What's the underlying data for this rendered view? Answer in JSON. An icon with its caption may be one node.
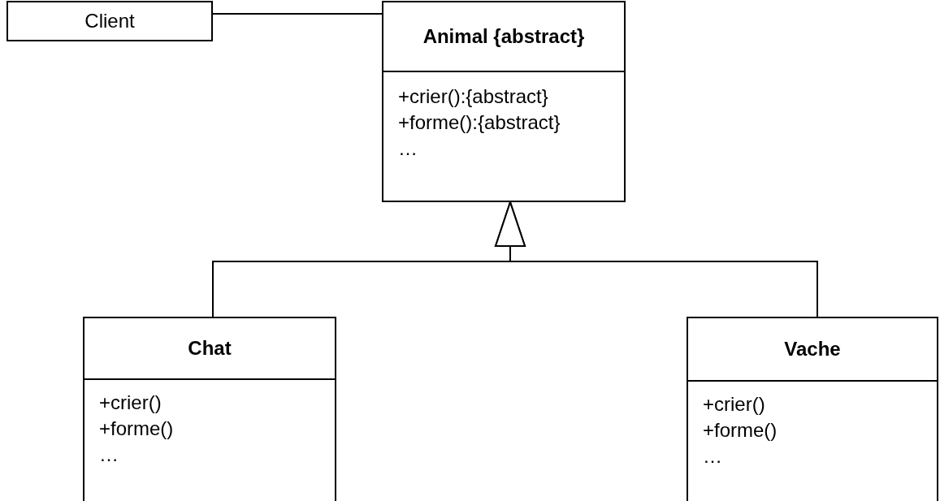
{
  "diagram": {
    "nodes": [
      {
        "text": [
          "Client"
        ]
      },
      {
        "text": [
          "Animal {abstract}",
          "+crier():{abstract}",
          "+forme():{abstract}",
          "…"
        ]
      },
      {
        "text": [
          "Chat",
          "+crier()",
          "+forme()",
          "…"
        ]
      },
      {
        "text": [
          "Vache",
          "+crier()",
          "+forme()",
          "…"
        ]
      }
    ],
    "edges": [
      {
        "from": 0,
        "to": 1,
        "arrow": "none"
      },
      {
        "from": 2,
        "to": 1,
        "arrow": "to"
      },
      {
        "from": 3,
        "to": 1,
        "arrow": "to"
      }
    ]
  }
}
